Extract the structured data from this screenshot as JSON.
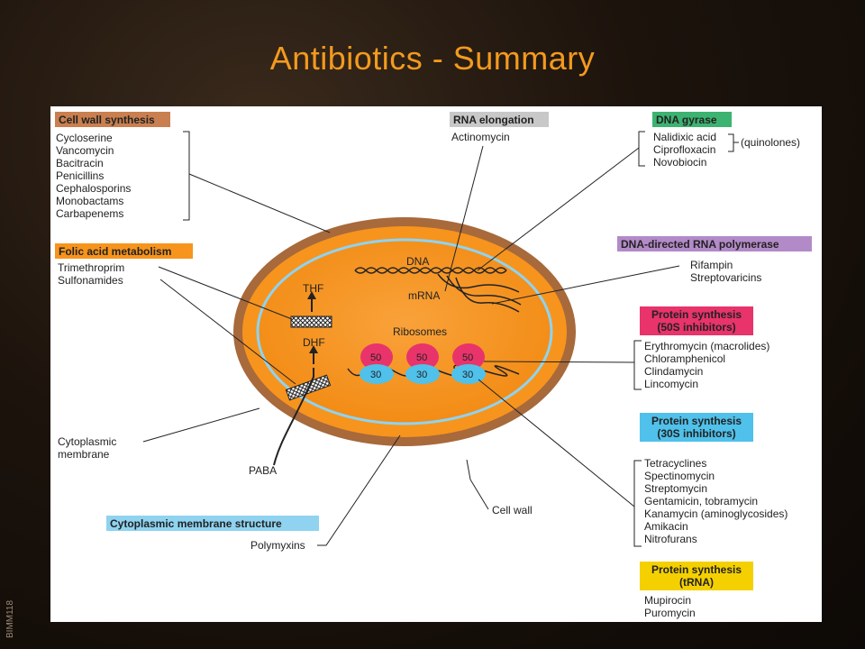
{
  "slide": {
    "title": "Antibiotics - Summary",
    "side_label": "BIMM118"
  },
  "colors": {
    "title": "#f39a1e",
    "cell_wall": "#a8693b",
    "cytoplasm": "#f7941d",
    "membrane": "#8fd3f0",
    "cell_wall_header": "#c97f4f",
    "folic_header": "#f7941d",
    "rna_elongation_header": "#c8c8c8",
    "dna_gyrase_header": "#3cb371",
    "rna_polymerase_header": "#b38ac8",
    "protein_50s_header": "#e8336b",
    "protein_30s_header": "#4fc1ea",
    "membrane_structure_header": "#8fd3f0",
    "trna_header": "#f5d000"
  },
  "diagram": {
    "groups": {
      "cell_wall_synthesis": {
        "header": "Cell wall synthesis",
        "items": [
          "Cycloserine",
          "Vancomycin",
          "Bacitracin",
          "Penicillins",
          "Cephalosporins",
          "Monobactams",
          "Carbapenems"
        ]
      },
      "folic_acid": {
        "header": "Folic acid metabolism",
        "items": [
          "Trimethroprim",
          "Sulfonamides"
        ]
      },
      "rna_elongation": {
        "header": "RNA elongation",
        "items": [
          "Actinomycin"
        ]
      },
      "dna_gyrase": {
        "header": "DNA gyrase",
        "items": [
          "Nalidixic acid",
          "Ciprofloxacin",
          "Novobiocin"
        ],
        "note": "(quinolones)"
      },
      "rna_polymerase": {
        "header": "DNA-directed RNA polymerase",
        "items": [
          "Rifampin",
          "Streptovaricins"
        ]
      },
      "protein_50s": {
        "header_line1": "Protein synthesis",
        "header_line2": "(50S inhibitors)",
        "items": [
          "Erythromycin (macrolides)",
          "Chloramphenicol",
          "Clindamycin",
          "Lincomycin"
        ]
      },
      "protein_30s": {
        "header_line1": "Protein synthesis",
        "header_line2": "(30S inhibitors)",
        "items": [
          "Tetracyclines",
          "Spectinomycin",
          "Streptomycin",
          "Gentamicin, tobramycin",
          "Kanamycin (aminoglycosides)",
          "Amikacin",
          "Nitrofurans"
        ]
      },
      "membrane_structure": {
        "header": "Cytoplasmic membrane structure",
        "items": [
          "Polymyxins"
        ]
      },
      "protein_trna": {
        "header_line1": "Protein synthesis",
        "header_line2": "(tRNA)",
        "items": [
          "Mupirocin",
          "Puromycin"
        ]
      }
    },
    "cell_labels": {
      "dna": "DNA",
      "mrna": "mRNA",
      "ribosomes": "Ribosomes",
      "thf": "THF",
      "dhf": "DHF",
      "paba": "PABA",
      "cytoplasmic_membrane_line1": "Cytoplasmic",
      "cytoplasmic_membrane_line2": "membrane",
      "cell_wall": "Cell wall"
    },
    "ribosomes": [
      {
        "large": "50",
        "small": "30"
      },
      {
        "large": "50",
        "small": "30"
      },
      {
        "large": "50",
        "small": "30"
      }
    ]
  }
}
